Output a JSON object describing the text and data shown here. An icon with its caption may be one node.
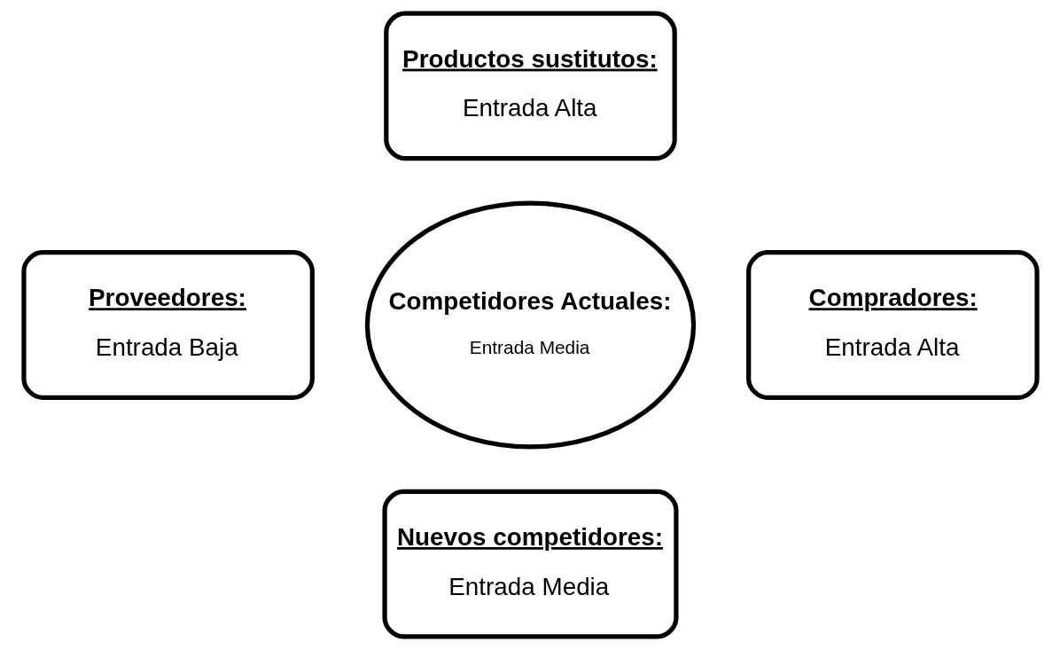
{
  "diagram": {
    "nodes": [
      {
        "text": [
          "Productos sustitutos:",
          "Entrada Alta"
        ]
      },
      {
        "text": [
          "Proveedores:",
          "Entrada Baja"
        ]
      },
      {
        "text": [
          "Competidores Actuales:",
          "Entrada Media"
        ]
      },
      {
        "text": [
          "Compradores:",
          "Entrada Alta"
        ]
      },
      {
        "text": [
          "Nuevos competidores:",
          "Entrada Media"
        ]
      }
    ],
    "edges": []
  }
}
